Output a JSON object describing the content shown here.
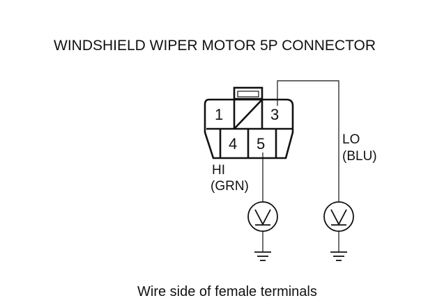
{
  "diagram": {
    "title": "WINDSHIELD WIPER MOTOR 5P CONNECTOR",
    "caption": "Wire side of female terminals",
    "connector": {
      "pins": [
        {
          "number": "1"
        },
        {
          "number": "3"
        },
        {
          "number": "4"
        },
        {
          "number": "5"
        }
      ]
    },
    "wires": {
      "hi": {
        "name": "HI",
        "color": "(GRN)"
      },
      "lo": {
        "name": "LO",
        "color": "(BLU)"
      }
    },
    "symbols": {
      "voltmeter": "voltmeter-icon",
      "ground": "ground-icon"
    }
  }
}
